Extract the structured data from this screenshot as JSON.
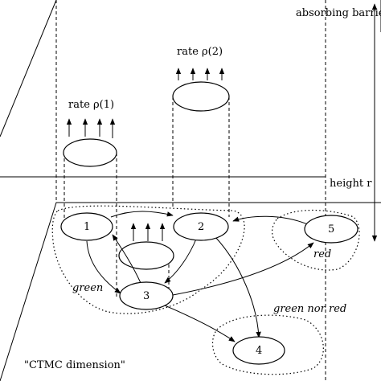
{
  "labels": {
    "absorbing_barrier": "absorbing barrier",
    "rate_rho1": "rate ρ(1)",
    "rate_rho2": "rate ρ(2)",
    "height_r": "height r",
    "green": "green",
    "red": "red",
    "green_nor_red": "green nor red",
    "ctmc_dimension": "\"CTMC dimension\""
  },
  "nodes": [
    {
      "id": "1",
      "label": "1"
    },
    {
      "id": "2",
      "label": "2"
    },
    {
      "id": "3",
      "label": "3"
    },
    {
      "id": "4",
      "label": "4"
    },
    {
      "id": "5",
      "label": "5"
    }
  ],
  "edges": [
    {
      "from": "1",
      "to": "2"
    },
    {
      "from": "2",
      "to": "3"
    },
    {
      "from": "3",
      "to": "1"
    },
    {
      "from": "2",
      "to": "4"
    },
    {
      "from": "3",
      "to": "4"
    },
    {
      "from": "3",
      "to": "5"
    },
    {
      "from": "5",
      "to": "2"
    },
    {
      "from": "1",
      "to": "3"
    }
  ],
  "regions": [
    {
      "name": "green"
    },
    {
      "name": "red"
    },
    {
      "name": "green nor red"
    }
  ],
  "colors": {
    "stroke": "#000000",
    "background": "#ffffff"
  }
}
